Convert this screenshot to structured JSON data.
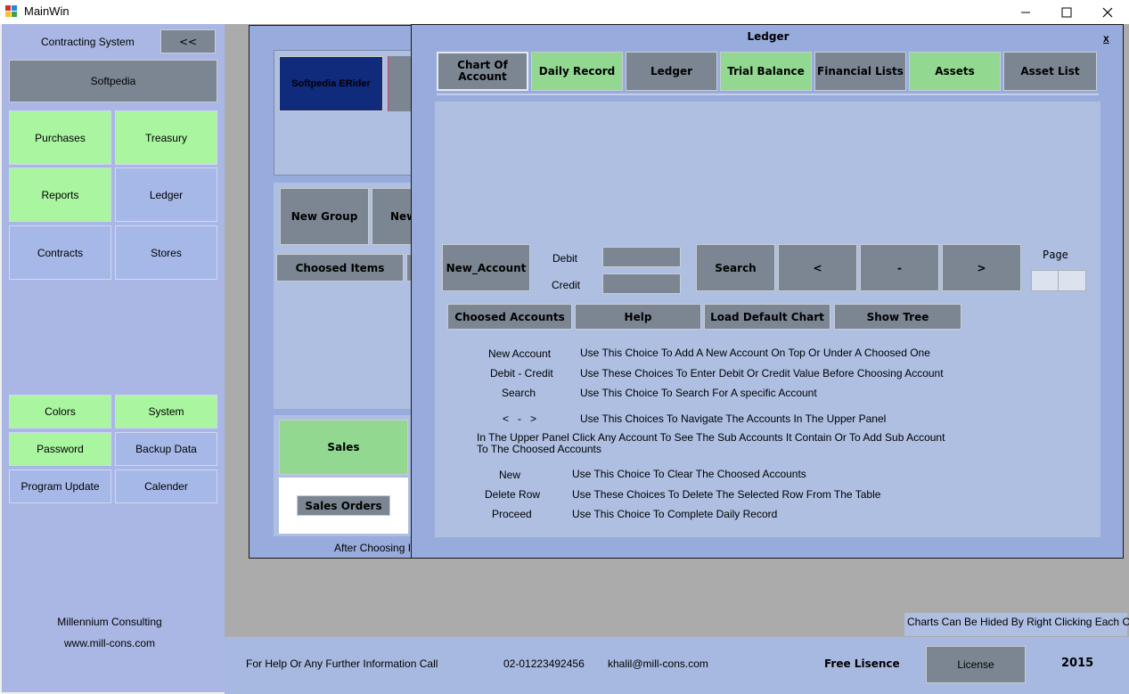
{
  "window": {
    "title": "MainWin",
    "minimize": "—",
    "maximize": "☐",
    "close": "✕"
  },
  "sidebar": {
    "system_label": "Contracting System",
    "collapse_label": "<<",
    "company": "Softpedia",
    "modules": [
      "Purchases",
      "Treasury",
      "Reports",
      "Ledger",
      "Contracts",
      "Stores"
    ],
    "settings": [
      "Colors",
      "System",
      "Password",
      "Backup Data",
      "Program Update",
      "Calender"
    ],
    "vendor": "Millennium Consulting",
    "website": "www.mill-cons.com"
  },
  "background_form": {
    "tile_label": "Softpedia ERider",
    "new_group": "New Group",
    "new_partial": "New",
    "choosed_items": "Choosed Items",
    "sales": "Sales",
    "sales_orders": "Sales Orders",
    "after_choosing": "After Choosing  Ite"
  },
  "ledger": {
    "title": "Ledger",
    "close": "x",
    "tabs": [
      "Chart Of Account",
      "Daily Record",
      "Ledger",
      "Trial Balance",
      "Financial Lists",
      "Assets",
      "Asset List"
    ],
    "new_account": "New_Account",
    "debit_label": "Debit",
    "credit_label": "Credit",
    "debit_value": "",
    "credit_value": "",
    "search": "Search",
    "prev": "<",
    "mid": "-",
    "next": ">",
    "page_label": "Page",
    "actions": [
      "Choosed Accounts",
      "Help",
      "Load Default Chart",
      "Show Tree"
    ],
    "help": [
      {
        "term": "New Account",
        "desc": "Use This Choice To Add A New  Account On Top Or Under A Choosed One"
      },
      {
        "term": "Debit - Credit",
        "desc": "Use These Choices To Enter Debit Or Credit Value Before Choosing Account"
      },
      {
        "term": "Search",
        "desc": "Use This Choice To Search For A specific Account"
      },
      {
        "term": "<   -   >",
        "desc": "Use This Choices To Navigate The Accounts In The Upper Panel"
      },
      {
        "term": "In The Upper Panel  Click Any Account To See The Sub Accounts It Contain  Or To Add Sub Account To The Choosed Accounts",
        "desc": ""
      },
      {
        "term": "New",
        "desc": "Use This Choice To Clear The Choosed Accounts"
      },
      {
        "term": "Delete Row",
        "desc": "Use These Choices To Delete The Selected Row From The Table"
      },
      {
        "term": "Proceed",
        "desc": "Use This Choice To  Complete Daily Record"
      }
    ]
  },
  "charts_hint": "Charts Can Be Hided By Right Clicking  Each One",
  "footer": {
    "help_text": "For Help Or Any Further Information Call",
    "phone": "02-01223492456",
    "email": "khalil@mill-cons.com",
    "licence": "Free Lisence",
    "license_button": "License",
    "year": "2015"
  },
  "colors": {
    "green": "#a9f5a0",
    "blue": "#a6b8e8",
    "slate": "#7b8692",
    "panel": "#98abdd"
  }
}
